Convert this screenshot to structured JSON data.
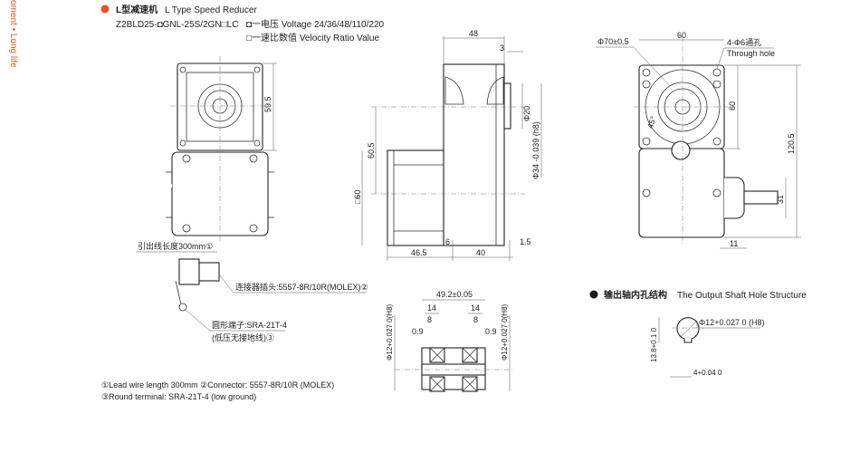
{
  "side_tag": "oment • Long life",
  "header": {
    "title_cn": "L型减速机",
    "title_en": "L Type Speed Reducer",
    "model": "Z2BLD25-◘GNL-25S/2GN□LC",
    "legend_voltage": "◘一电压 Voltage 24/36/48/110/220",
    "legend_ratio": "□一速比数值 Velocity Ratio Value"
  },
  "front_view": {
    "dim_height": "59.5",
    "lead_label": "引出线长度300mm①",
    "connector_label": "连接器插头:5557-8R/10R(MOLEX)②",
    "terminal_label_1": "圆形端子:SRA-21T-4",
    "terminal_label_2": "(低压无接地线)③"
  },
  "side_view": {
    "dim_48": "48",
    "dim_3": "3",
    "dim_phi20": "Φ20",
    "dim_phi34": "Φ34 -0.039 (h8)",
    "dim_60_5": "60.5",
    "dim_sq60": "□60",
    "dim_6": "6",
    "dim_1_5": "1.5",
    "dim_46_5": "46.5",
    "dim_40": "40"
  },
  "end_view": {
    "dim_phi70": "Φ70±0.5",
    "dim_60_top": "60",
    "holes_cn": "4-Φ6通孔",
    "holes_en": "Through hole",
    "dim_60_side": "60",
    "dim_120_5": "120.5",
    "dim_45": "45°",
    "dim_31": "31",
    "dim_11": "11"
  },
  "shaft_section": {
    "dim_49_2": "49.2±0.05",
    "dim_14_left": "14",
    "dim_14_right": "14",
    "dim_8_left": "8",
    "dim_8_right": "8",
    "dim_0_9_left": "0.9",
    "dim_0_9_right": "0.9",
    "dim_phi12_left": "Φ12+0.027 0(H8)",
    "dim_phi12_right": "Φ12+0.027 0(H8)"
  },
  "hole_structure": {
    "title_cn": "输出轴内孔结构",
    "title_en": "The Output Shaft Hole Structure",
    "dim_phi12": "Φ12+0.027 0 (H8)",
    "dim_13_8": "13.8+0.1 0",
    "dim_4": "4+0.04 0"
  },
  "notes": {
    "line1": "①Lead wire length 300mm  ②Connector: 5557-8R/10R (MOLEX)",
    "line2": "③Round terminal: SRA-21T-4 (low ground)"
  },
  "colors": {
    "accent": "#e0561e",
    "bullet_dark": "#1a1a1a"
  }
}
